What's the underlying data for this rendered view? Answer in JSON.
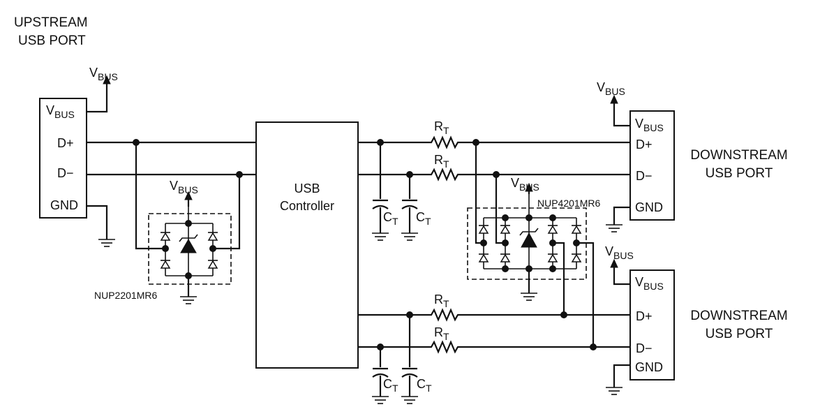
{
  "upstream_port": {
    "title_line1": "UPSTREAM",
    "title_line2": "USB PORT",
    "pins": {
      "vbus": "V",
      "vbus_sub": "BUS",
      "dplus": "D+",
      "dminus": "D−",
      "gnd": "GND"
    }
  },
  "downstream_port_1": {
    "title_line1": "DOWNSTREAM",
    "title_line2": "USB PORT",
    "pins": {
      "vbus": "V",
      "vbus_sub": "BUS",
      "dplus": "D+",
      "dminus": "D−",
      "gnd": "GND"
    }
  },
  "downstream_port_2": {
    "title_line1": "DOWNSTREAM",
    "title_line2": "USB PORT",
    "pins": {
      "vbus": "V",
      "vbus_sub": "BUS",
      "dplus": "D+",
      "dminus": "D−",
      "gnd": "GND"
    }
  },
  "vbus_label": {
    "main": "V",
    "sub": "BUS"
  },
  "controller": {
    "line1": "USB",
    "line2": "Controller"
  },
  "resistor_label": {
    "main": "R",
    "sub": "T"
  },
  "capacitor_label": {
    "main": "C",
    "sub": "T"
  },
  "protection": {
    "nup2201": "NUP2201MR6",
    "nup4201": "NUP4201MR6"
  }
}
